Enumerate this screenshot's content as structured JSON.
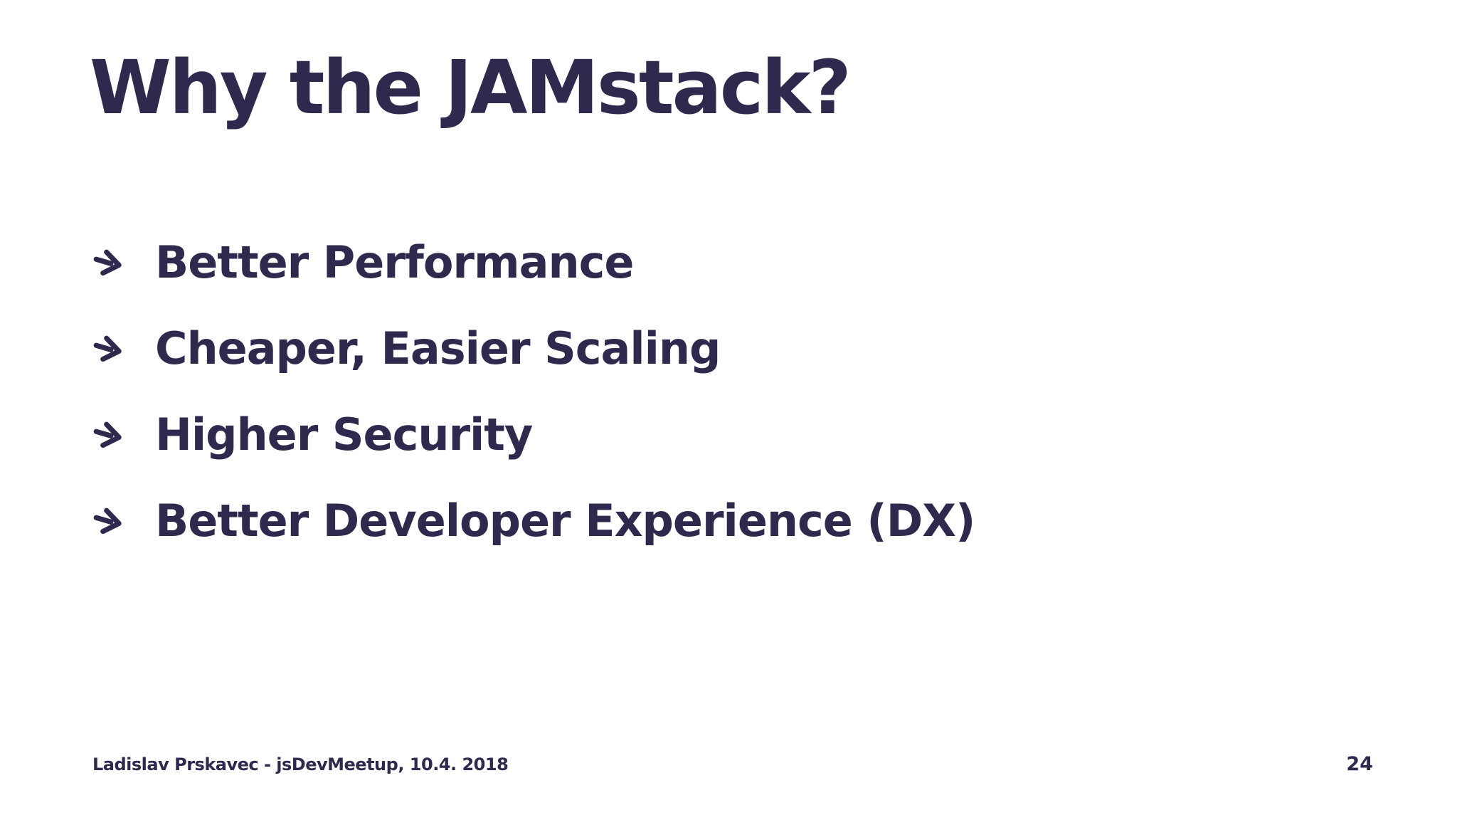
{
  "slide": {
    "title": "Why the JAMstack?",
    "bullets": [
      "Better Performance",
      "Cheaper, Easier Scaling",
      "Higher Security",
      "Better Developer Experience (DX)"
    ],
    "footer": {
      "credit": "Ladislav Prskavec - jsDevMeetup, 10.4. 2018",
      "page_number": "24"
    },
    "colors": {
      "text": "#2e2a4d",
      "background": "#ffffff"
    },
    "icons": {
      "bullet": "arrow-right-icon"
    }
  }
}
